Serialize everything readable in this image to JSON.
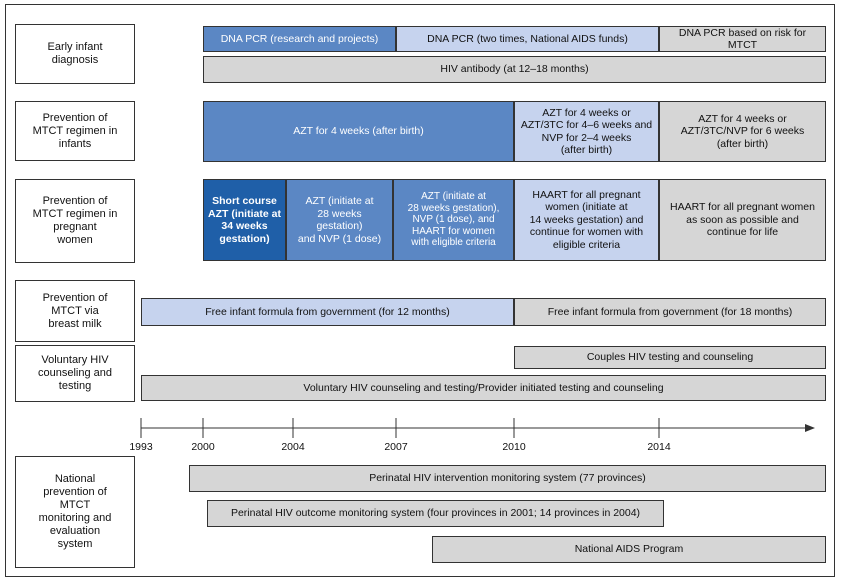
{
  "rows": {
    "early_infant_diagnosis": "Early infant\ndiagnosis",
    "regimen_infants": "Prevention of\nMTCT regimen in\ninfants",
    "regimen_women": "Prevention of\nMTCT regimen in\npregnant\nwomen",
    "breast_milk": "Prevention of\nMTCT via\nbreast milk",
    "voluntary_testing": "Voluntary HIV\ncounseling and\ntesting",
    "monitoring": "National\nprevention of\nMTCT\nmonitoring and\nevaluation\nsystem"
  },
  "bars": {
    "eid_pcr_research": "DNA PCR (research and projects)",
    "eid_pcr_two_times": "DNA PCR (two times, National AIDS funds)",
    "eid_pcr_risk": "DNA PCR based on risk for\nMTCT",
    "eid_antibody": "HIV antibody (at 12–18 months)",
    "inf_azt_4wk": "AZT for 4 weeks (after birth)",
    "inf_azt_or_3tc": "AZT for 4 weeks or\nAZT/3TC for 4–6 weeks and\nNVP for 2–4 weeks\n(after birth)",
    "inf_azt_or_3tc_nvp": "AZT for 4 weeks or\nAZT/3TC/NVP for 6 weeks\n(after birth)",
    "preg_short_course": "Short course\nAZT (initiate at\n34 weeks\ngestation)",
    "preg_azt_28_nvp": "AZT (initiate at\n28 weeks\ngestation)\nand NVP (1 dose)",
    "preg_azt_haart_eligible": "AZT (initiate at\n28 weeks gestation),\nNVP (1 dose), and\nHAART for women\nwith eligible criteria",
    "preg_haart_14wk": "HAART for all pregnant\nwomen (initiate at\n14 weeks gestation) and\ncontinue for women with\neligible criteria",
    "preg_haart_life": "HAART for all pregnant women\nas soon as possible and\ncontinue for life",
    "milk_12_months": "Free infant formula from government (for 12 months)",
    "milk_18_months": "Free infant formula from government (for 18 months)",
    "vct_couples": "Couples HIV testing and counseling",
    "vct_voluntary": "Voluntary HIV counseling and testing/Provider initiated testing and counseling",
    "mon_perinatal_intervention": "Perinatal HIV intervention monitoring system (77 provinces)",
    "mon_perinatal_outcome": "Perinatal HIV outcome monitoring system (four provinces in 2001; 14 provinces in 2004)",
    "mon_national_aids": "National AIDS Program"
  },
  "timeline": {
    "years": [
      "1993",
      "2000",
      "2004",
      "2007",
      "2010",
      "2014"
    ]
  },
  "colors": {
    "dark_blue": "#1f5fa8",
    "mid_blue": "#5b87c4",
    "light_blue": "#c6d3ee",
    "grey": "#d6d6d6"
  }
}
